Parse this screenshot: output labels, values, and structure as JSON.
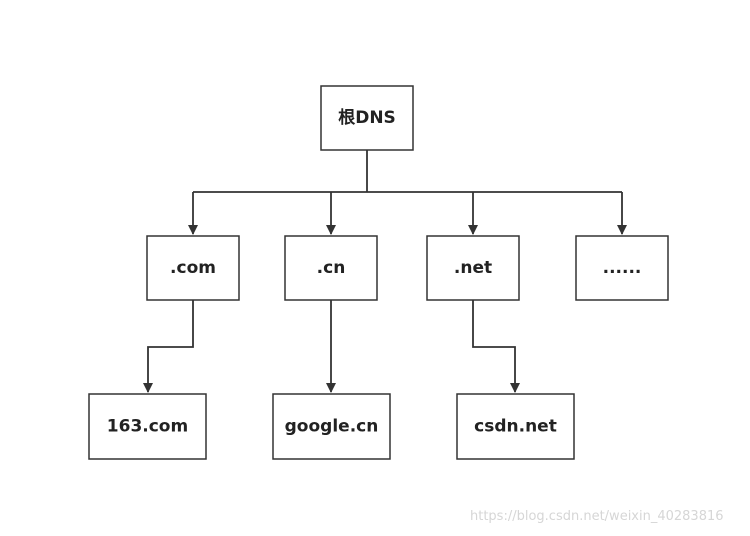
{
  "nodes": {
    "root": "根DNS",
    "com": ".com",
    "cn": ".cn",
    "net": ".net",
    "more": "......",
    "c163": "163.com",
    "google": "google.cn",
    "csdn": "csdn.net"
  },
  "watermark": "https://blog.csdn.net/weixin_40283816"
}
